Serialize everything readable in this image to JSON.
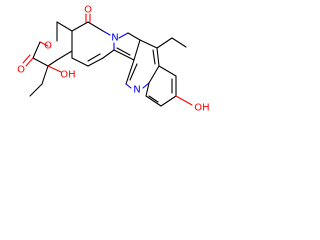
{
  "structure": {
    "atom_labels": {
      "ketone_oxygen": "O",
      "lactone_carbonyl_oxygen": "O",
      "lactone_ring_oxygen": "O",
      "tertiary_hydroxyl": "OH",
      "phenol_hydroxyl": "OH",
      "pyrrole_nitrogen": "N",
      "quinoline_nitrogen": "N"
    },
    "colors": {
      "bond": "#000000",
      "oxygen": "#ff0000",
      "nitrogen": "#0000ff"
    }
  }
}
